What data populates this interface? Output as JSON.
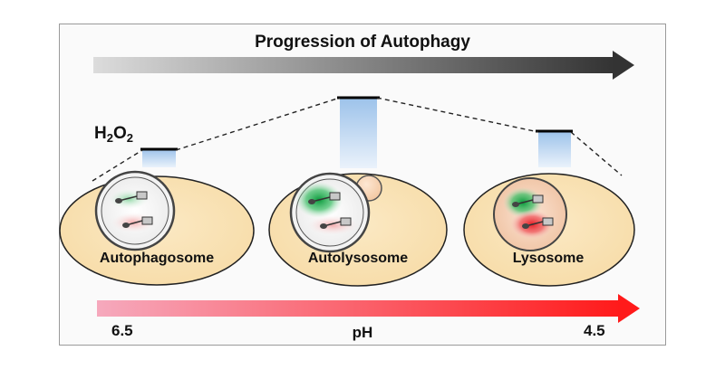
{
  "title": "Progression of Autophagy",
  "indicator": {
    "name": "H",
    "sub1": "2",
    "mid": "O",
    "sub2": "2"
  },
  "stages": [
    {
      "label": "Autophagosome",
      "h2o2_level": "low"
    },
    {
      "label": "Autolysosome",
      "h2o2_level": "high"
    },
    {
      "label": "Lysosome",
      "h2o2_level": "medium"
    }
  ],
  "ph_axis": {
    "label": "pH",
    "start": "6.5",
    "end": "4.5"
  },
  "colors": {
    "cell_fill": "#f9e3b6",
    "green_probe": "#1aa64a",
    "red_probe": "#e8222a",
    "ph_arrow_start": "#f6a9bd",
    "ph_arrow_end": "#ff1a1a",
    "progress_arrow_start": "#dcdcdc",
    "progress_arrow_end": "#333333",
    "h2o2_bar": "#a9c9ea"
  }
}
